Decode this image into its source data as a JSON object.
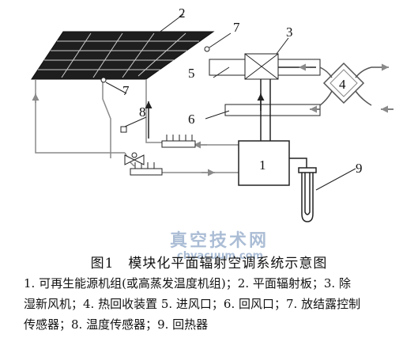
{
  "figure": {
    "labels": {
      "l1": "1",
      "l2": "2",
      "l3": "3",
      "l4": "4",
      "l5": "5",
      "l6": "6",
      "l7a": "7",
      "l7b": "7",
      "l8": "8",
      "l9": "9"
    },
    "caption": "图1　模块化平面辐射空调系统示意图",
    "legend_lines": [
      "1. 可再生能源机组(或高蒸发温度机组)；2. 平面辐射板；3. 除",
      "湿新风机；4. 热回收装置 5. 进风口；6. 回风口；7. 放结露控制",
      "传感器；8. 温度传感器；9. 回热器"
    ]
  },
  "watermark": {
    "cn": "真空技术网",
    "en": "chvacuum.com"
  },
  "colors": {
    "line": "#222222",
    "gray_line": "#8a8a8a",
    "watermark": "#8fa8c8"
  }
}
